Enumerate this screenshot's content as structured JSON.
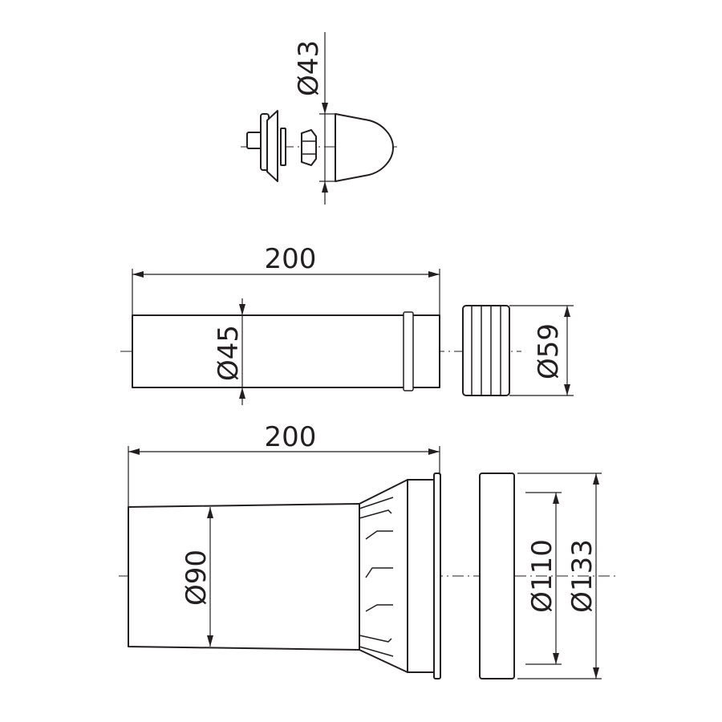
{
  "dimensions": {
    "cap_diameter": "Ø43",
    "pipe_length": "200",
    "pipe_diameter": "Ø45",
    "seal_diameter": "Ø59",
    "connector_length": "200",
    "connector_diameter": "Ø90",
    "ring_inner_diameter": "Ø110",
    "ring_outer_diameter": "Ø133"
  }
}
